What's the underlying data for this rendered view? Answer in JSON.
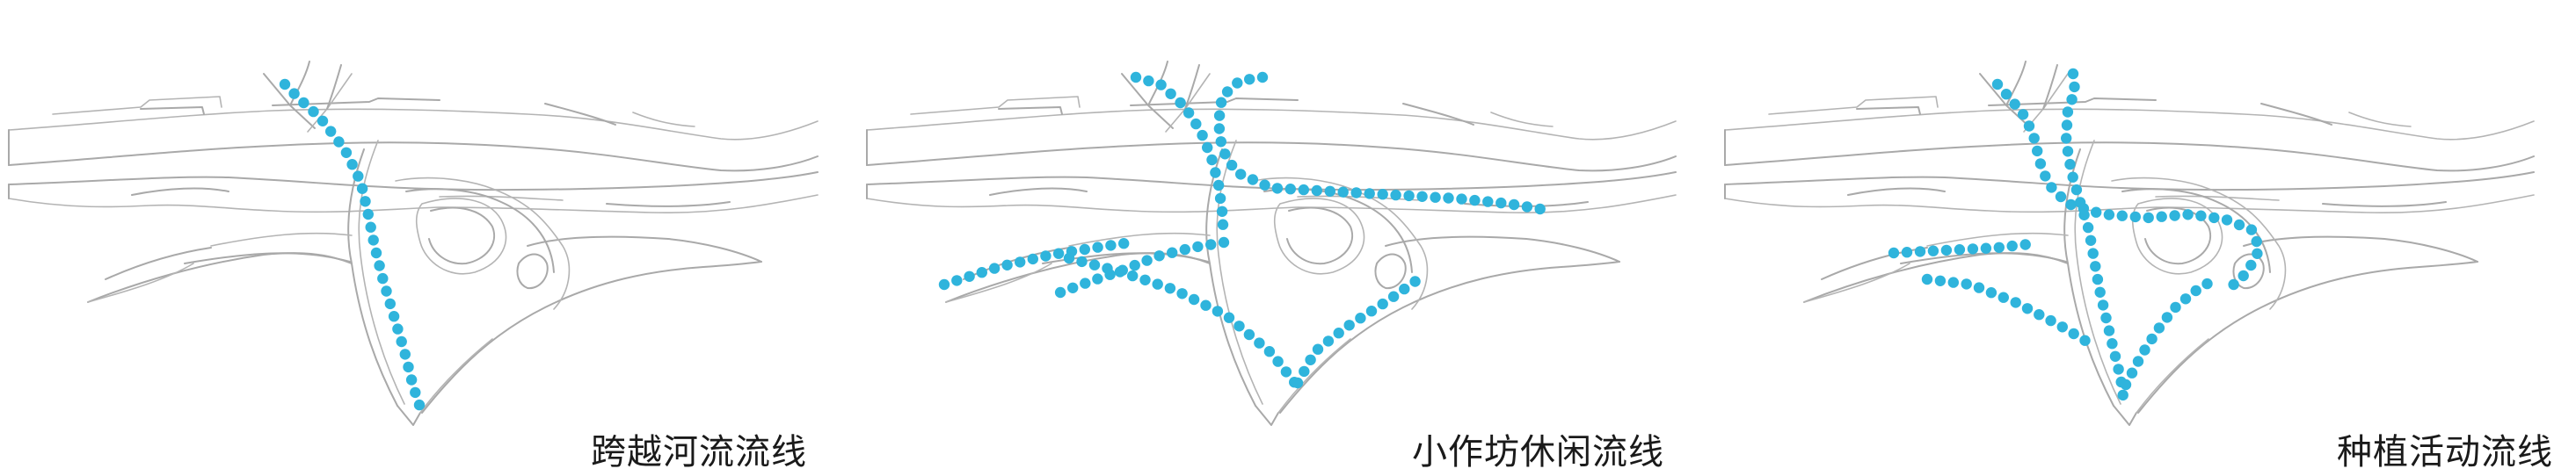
{
  "panels": [
    {
      "caption": "跨越河流流线"
    },
    {
      "caption": "小作坊休闲流线"
    },
    {
      "caption": "种植活动流线"
    }
  ],
  "colors": {
    "route": "#2fb4dc",
    "linework": "#a9a9a9"
  }
}
